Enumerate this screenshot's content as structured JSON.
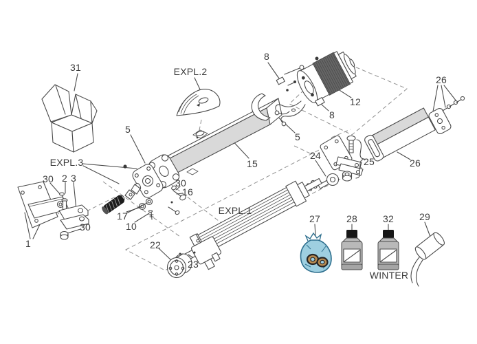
{
  "diagram": {
    "callouts": [
      {
        "text": "31",
        "part": "packaging-box"
      },
      {
        "text": "EXPL.2",
        "part": "release-cover-detail-ref"
      },
      {
        "text": "8",
        "part": "motor-screw"
      },
      {
        "text": "12",
        "part": "motor"
      },
      {
        "text": "8",
        "part": "motor-nut"
      },
      {
        "text": "26",
        "part": "rear-tube-screws"
      },
      {
        "text": "5",
        "part": "front-flange"
      },
      {
        "text": "5",
        "part": "front-stirrup"
      },
      {
        "text": "15",
        "part": "outer-tube"
      },
      {
        "text": "EXPL.3",
        "part": "front-head-detail-ref"
      },
      {
        "text": "24",
        "part": "rod-end"
      },
      {
        "text": "25",
        "part": "rear-bracket-group"
      },
      {
        "text": "26",
        "part": "rear-square-tube"
      },
      {
        "text": "30",
        "part": "grub-screw"
      },
      {
        "text": "2",
        "part": "clevis-pin"
      },
      {
        "text": "3",
        "part": "front-clevis"
      },
      {
        "text": "30",
        "part": "washer"
      },
      {
        "text": "16",
        "part": "bolt"
      },
      {
        "text": "17",
        "part": "nuts"
      },
      {
        "text": "10",
        "part": "screw"
      },
      {
        "text": "30",
        "part": "clevis-nut"
      },
      {
        "text": "1",
        "part": "wall-mount-plate"
      },
      {
        "text": "EXPL.1",
        "part": "cylinder-detail-ref"
      },
      {
        "text": "22",
        "part": "end-disc"
      },
      {
        "text": "23",
        "part": "small-fasteners"
      },
      {
        "text": "27",
        "part": "seal-kit-bag"
      },
      {
        "text": "28",
        "part": "oil-bottle"
      },
      {
        "text": "32",
        "part": "winter-oil-bottle"
      },
      {
        "text": "29",
        "part": "capacitor"
      },
      {
        "text": "WINTER",
        "part": "winter-caption"
      }
    ],
    "colors": {
      "line": "#4a4a4a",
      "text": "#3b3b3b",
      "shade": "#d9d9d9",
      "motor_dark": "#666666",
      "bag_fill": "#9ecfe0",
      "bag_line": "#2e6f8e",
      "bottle_body": "#b9b9b9",
      "cap_black": "#161616",
      "ring_tan": "#b98c52"
    }
  }
}
